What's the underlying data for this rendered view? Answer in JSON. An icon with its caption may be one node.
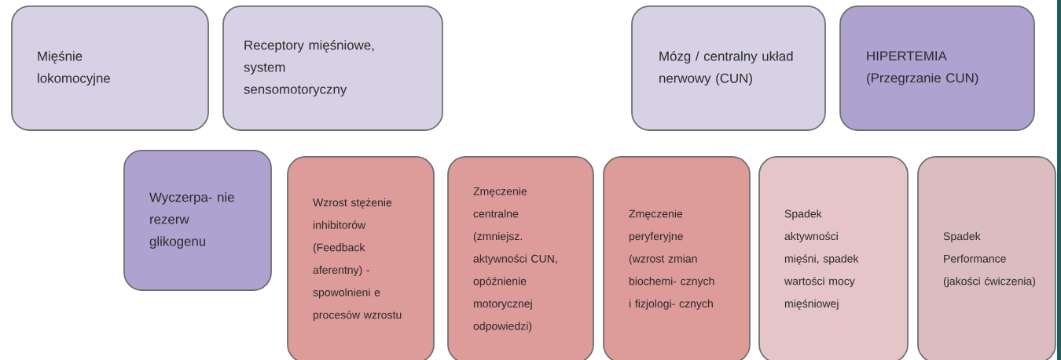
{
  "diagram": {
    "nodes": [
      {
        "text": [
          "Mięśnie lokomocyjne"
        ]
      },
      {
        "text": [
          "Receptory mięśniowe, system sensomotoryczny"
        ]
      },
      {
        "text": [
          "Mózg / centralny układ nerwowy (CUN)"
        ]
      },
      {
        "text": [
          "HIPERTEMIA (Przegrzanie CUN)"
        ]
      },
      {
        "text": [
          "Wyczerpa- nie rezerw glikogenu"
        ]
      },
      {
        "text": [
          "Wzrost stężenie inhibitorów (Feedback aferentny) - spowolnieni e procesów wzrostu"
        ]
      },
      {
        "text": [
          "Zmęczenie centralne (zmniejsz. aktywności CUN, opóźnienie motorycznej odpowiedzi)"
        ]
      },
      {
        "text": [
          "Zmęczenie peryferyjne (wzrost zmian biochemi- cznych i fizjologi- cznych"
        ]
      },
      {
        "text": [
          "Spadek aktywności mięśni, spadek wartości mocy mięśniowej"
        ]
      },
      {
        "text": [
          "Spadek Performance (jakości ćwiczenia)"
        ]
      }
    ]
  }
}
